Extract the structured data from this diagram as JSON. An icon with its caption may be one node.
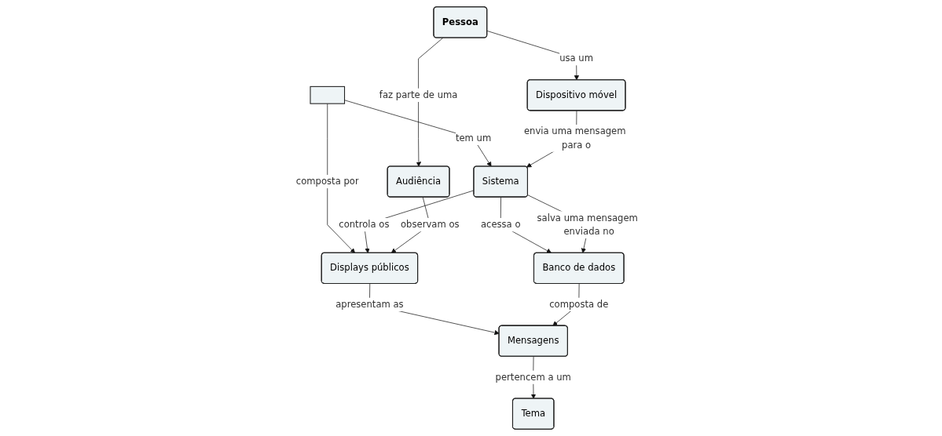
{
  "diagram": {
    "nodes": [
      {
        "text": [],
        "shape": "box"
      },
      {
        "text": [
          "Sistema"
        ]
      },
      {
        "text": [
          "Dispositivo móvel"
        ]
      },
      {
        "text": [
          "Displays públicos"
        ]
      },
      {
        "text": [
          "Banco de dados"
        ]
      },
      {
        "text": [
          "Pessoa"
        ]
      },
      {
        "text": [
          "Mensagens"
        ]
      },
      {
        "text": [
          "Tema"
        ]
      },
      {
        "text": [
          "Audiência"
        ]
      }
    ],
    "edges": [
      {
        "from": 0,
        "to": 1,
        "arrow": "to",
        "label": "tem um"
      },
      {
        "from": 2,
        "to": 1,
        "arrow": "to",
        "label": "envia uma mensagem para o"
      },
      {
        "from": 0,
        "to": 3,
        "arrow": "to",
        "label": "composta por"
      },
      {
        "from": 1,
        "to": 3,
        "arrow": "to",
        "label": "controla os"
      },
      {
        "from": 1,
        "to": 4,
        "arrow": "to",
        "label": "acessa o"
      },
      {
        "from": 1,
        "to": 4,
        "arrow": "to",
        "label": "salva uma mensagem enviada no"
      },
      {
        "from": 5,
        "to": 2,
        "arrow": "to",
        "label": "usa um"
      },
      {
        "from": 5,
        "to": 8,
        "arrow": "to",
        "label": "faz parte de uma"
      },
      {
        "from": 3,
        "to": 6,
        "arrow": "to",
        "label": "apresentam as"
      },
      {
        "from": 4,
        "to": 6,
        "arrow": "to",
        "label": "composta de"
      },
      {
        "from": 6,
        "to": 7,
        "arrow": "to",
        "label": "pertencem a um"
      },
      {
        "from": 8,
        "to": 3,
        "arrow": "to",
        "label": "observam os"
      }
    ]
  }
}
